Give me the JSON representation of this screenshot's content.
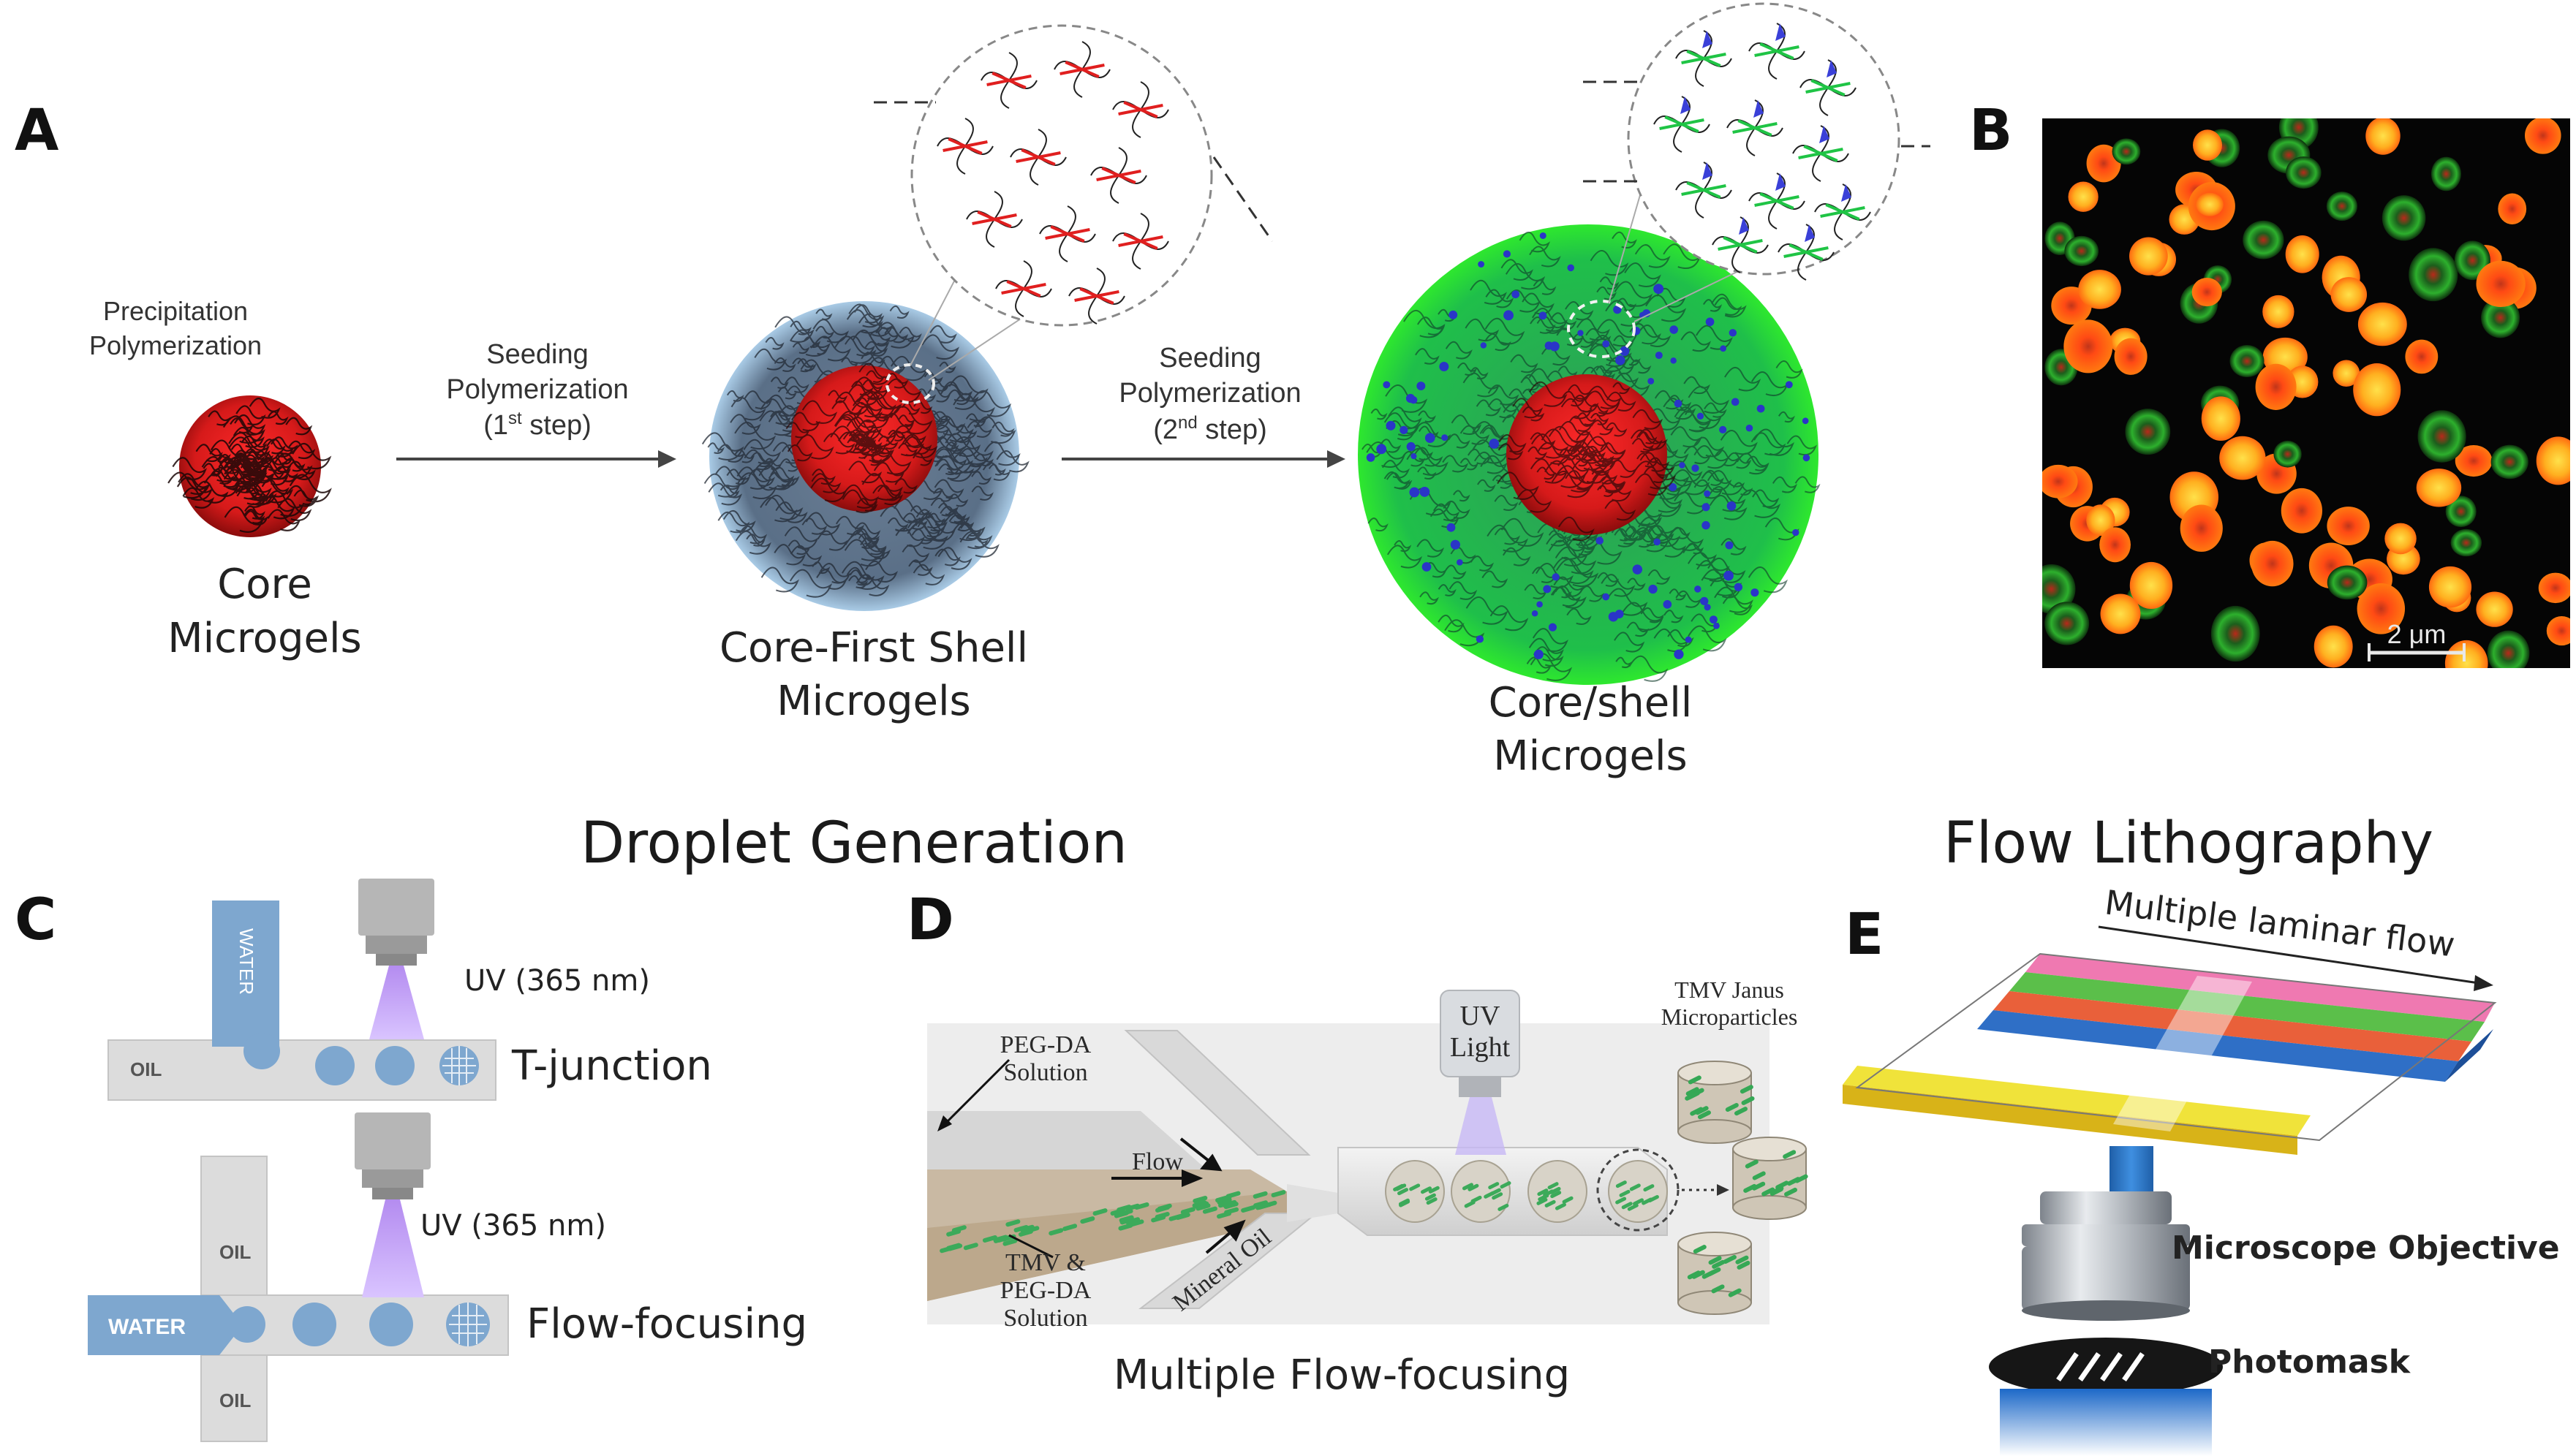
{
  "panels": {
    "a": "A",
    "b": "B",
    "c": "C",
    "d": "D",
    "e": "E"
  },
  "panel_a": {
    "precip_line1": "Precipitation",
    "precip_line2": "Polymerization",
    "seed1_line1": "Seeding",
    "seed1_line2": "Polymerization",
    "seed1_line3": "(1",
    "seed1_sup": "st",
    "seed1_line3b": " step)",
    "seed2_line1": "Seeding",
    "seed2_line2": "Polymerization",
    "seed2_line3": "(2",
    "seed2_sup": "nd",
    "seed2_line3b": " step)",
    "core_line1": "Core",
    "core_line2": "Microgels",
    "first_line1": "Core-First Shell",
    "first_line2": "Microgels",
    "shell_line1": "Core/shell",
    "shell_line2": "Microgels"
  },
  "panel_b": {
    "scale_bar": "2 μm"
  },
  "headings": {
    "droplet": "Droplet Generation",
    "flow_litho": "Flow Lithography"
  },
  "panel_c": {
    "water_vertical": "WATER",
    "oil_top": "OIL",
    "uv_top": "UV (365 nm)",
    "tjunction": "T-junction",
    "oil_upper": "OIL",
    "oil_lower": "OIL",
    "water_left": "WATER",
    "uv_bottom": "UV (365 nm)",
    "flow_focusing": "Flow-focusing"
  },
  "panel_d": {
    "pegda_line1": "PEG-DA",
    "pegda_line2": "Solution",
    "tmv_line1": "TMV &",
    "tmv_line2": "PEG-DA",
    "tmv_line3": "Solution",
    "flow": "Flow",
    "mineral_oil": "Mineral Oil",
    "uv_line1": "UV",
    "uv_line2": "Light",
    "janus_line1": "TMV Janus",
    "janus_line2": "Microparticles",
    "caption": "Multiple Flow-focusing"
  },
  "panel_e": {
    "laminar": "Multiple laminar flow",
    "objective": "Microscope Objective",
    "photomask": "Photomask"
  }
}
